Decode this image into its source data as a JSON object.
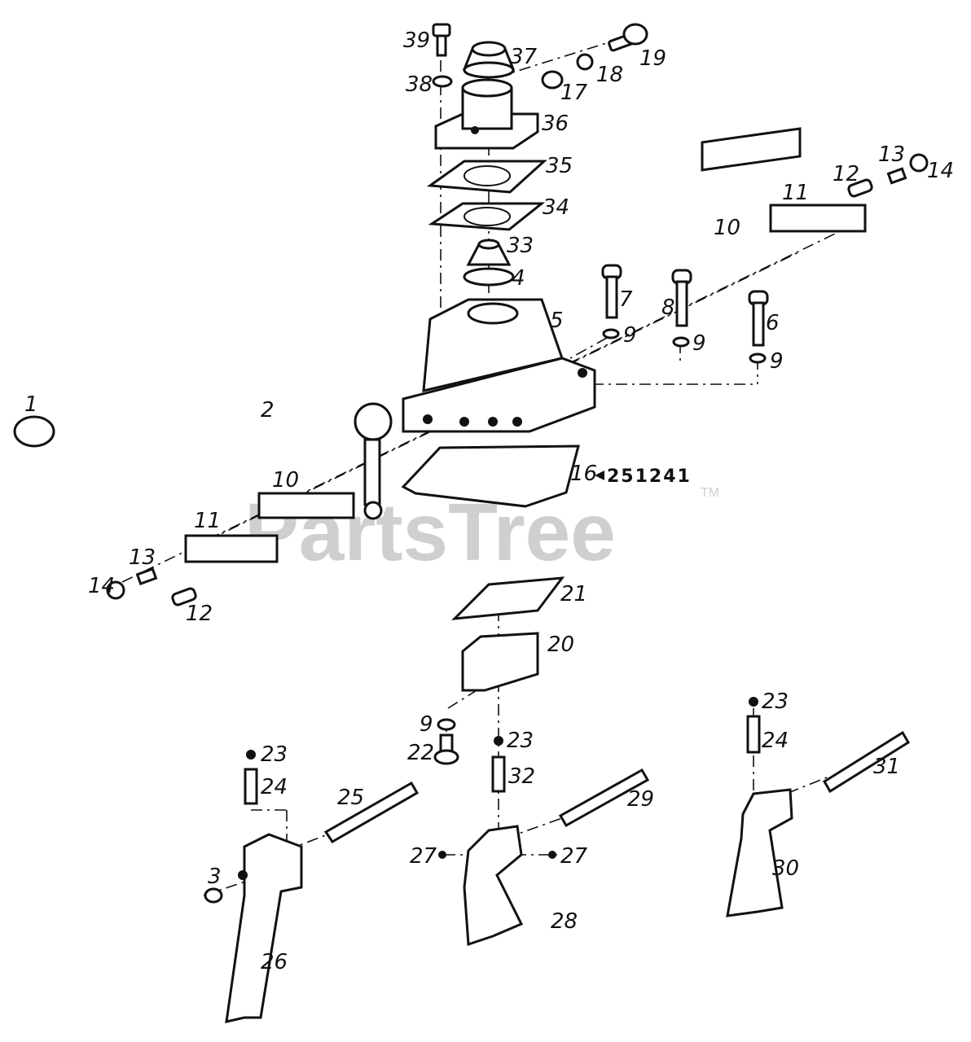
{
  "watermark": {
    "text": "PartsTree",
    "trademark": "TM"
  },
  "reference": "251241",
  "labels": {
    "p1": "1",
    "p2": "2",
    "p3": "3",
    "p4": "4",
    "p5": "5",
    "p6": "6",
    "p7": "7",
    "p8": "8",
    "p9a": "9",
    "p9b": "9",
    "p9c": "9",
    "p9d": "9",
    "p10a": "10",
    "p10b": "10",
    "p11a": "11",
    "p11b": "11",
    "p12a": "12",
    "p12b": "12",
    "p13a": "13",
    "p13b": "13",
    "p14a": "14",
    "p14b": "14",
    "p16": "16",
    "p17": "17",
    "p18": "18",
    "p19": "19",
    "p20": "20",
    "p21": "21",
    "p22": "22",
    "p23a": "23",
    "p23b": "23",
    "p23c": "23",
    "p24a": "24",
    "p24b": "24",
    "p25": "25",
    "p26": "26",
    "p27a": "27",
    "p27b": "27",
    "p28": "28",
    "p29": "29",
    "p30": "30",
    "p31": "31",
    "p32": "32",
    "p33": "33",
    "p34": "34",
    "p35": "35",
    "p36": "36",
    "p37": "37",
    "p38": "38",
    "p39": "39"
  }
}
